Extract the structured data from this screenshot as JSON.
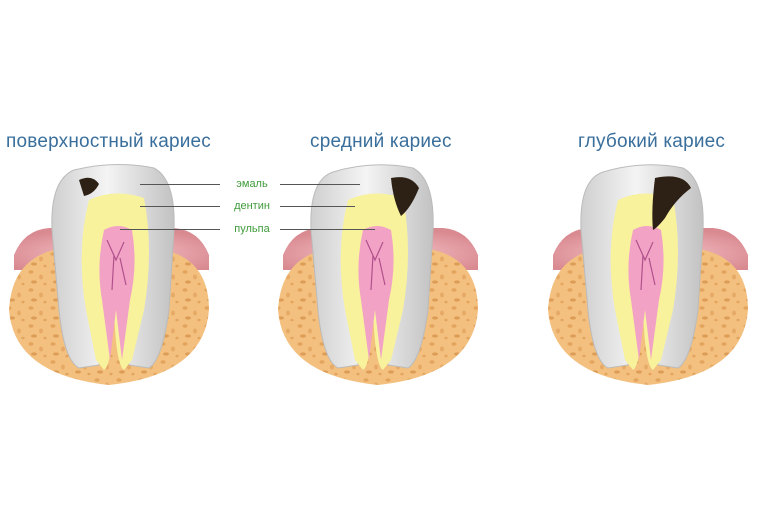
{
  "stages": [
    {
      "title": "поверхностный кариес"
    },
    {
      "title": "средний кариес"
    },
    {
      "title": "глубокий кариес"
    }
  ],
  "labels": {
    "enamel": "эмаль",
    "dentin": "дентин",
    "pulp": "пульпа"
  },
  "colors": {
    "title_text": "#3a6f9c",
    "label_text": "#3f9b3a",
    "bone": "#f3c07f",
    "gum": "#e8a0a6",
    "dentin": "#f8f29c",
    "pulp": "#f2a3c5",
    "enamel": "#e6e6e6",
    "cavity": "#2d2014"
  },
  "icons": [
    "tooth-cross-section-icon"
  ]
}
